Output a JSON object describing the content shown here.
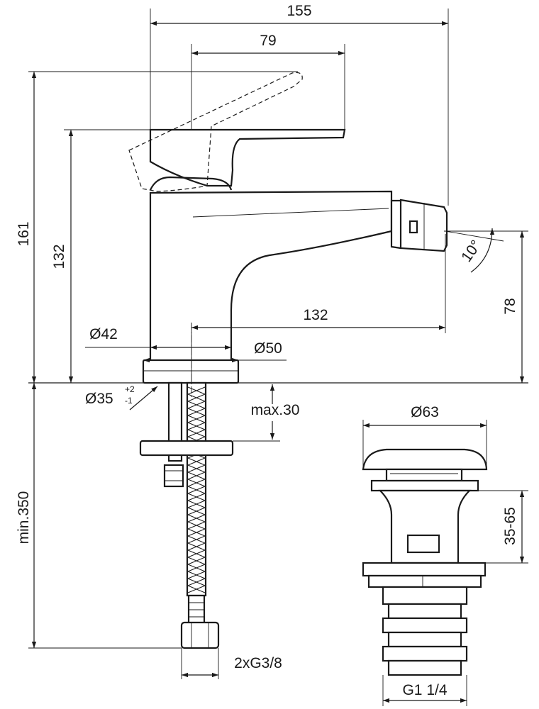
{
  "dimensions": {
    "width_total": "155",
    "spout_reach_top": "79",
    "height_total": "161",
    "height_body": "132",
    "spout_reach": "132",
    "spout_height": "78",
    "angle": "10°",
    "diameter_body": "Ø42",
    "diameter_base": "Ø50",
    "hole_diameter": "Ø35",
    "hole_tol_plus": "+2",
    "hole_tol_minus": "-1",
    "max_thickness": "max.30",
    "min_length": "min.350",
    "connection": "2xG3/8",
    "waste_diameter": "Ø63",
    "waste_range": "35-65",
    "waste_thread": "G1 1/4"
  },
  "colors": {
    "line": "#1a1a1a",
    "background": "#ffffff"
  }
}
